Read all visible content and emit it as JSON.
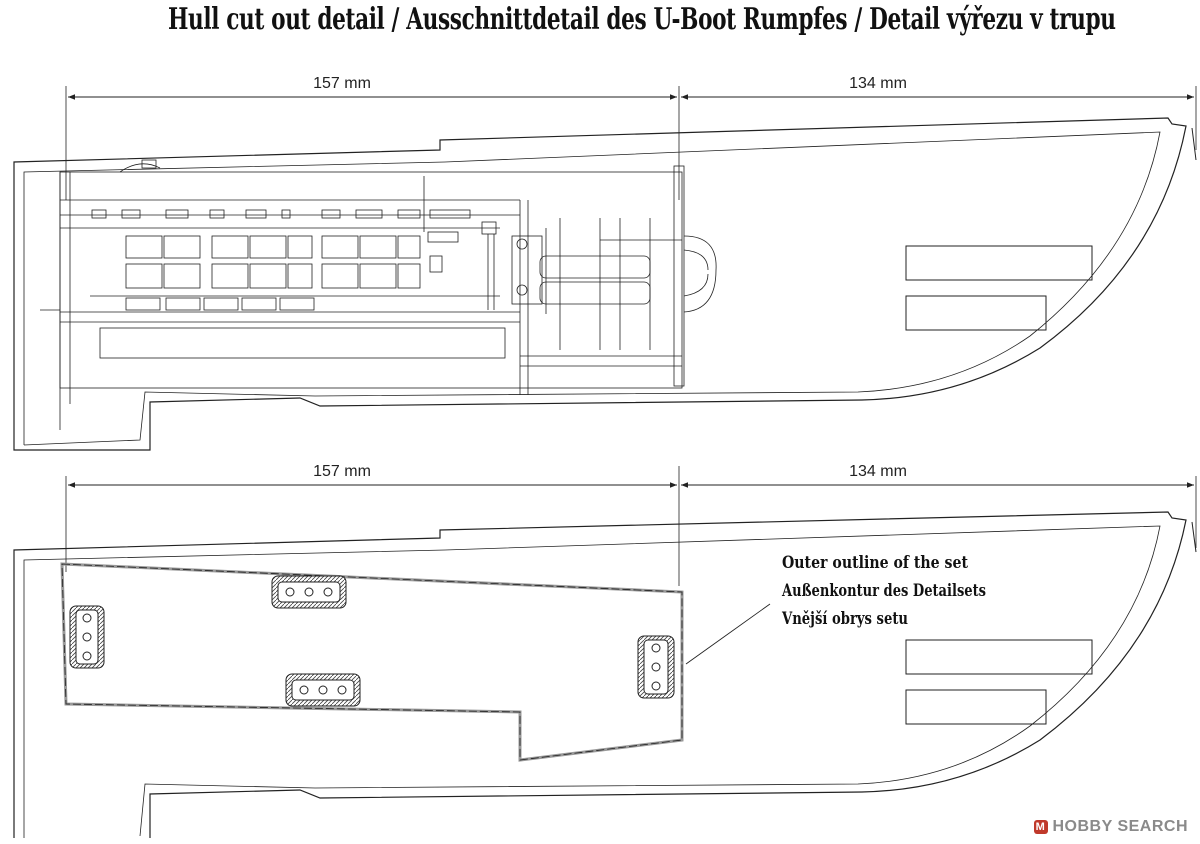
{
  "title": "Hull cut out detail / Ausschnittdetail des U-Boot Rumpfes / Detail výřezu v trupu",
  "top_view": {
    "dim_left": "157 mm",
    "dim_right": "134 mm"
  },
  "bottom_view": {
    "dim_left": "157 mm",
    "dim_right": "134 mm",
    "note_lines": [
      "Outer outline of the set",
      "Außenkontur des Detailsets",
      "Vnější obrys setu"
    ]
  },
  "watermark": {
    "logo": "M",
    "text": "HOBBY SEARCH"
  }
}
